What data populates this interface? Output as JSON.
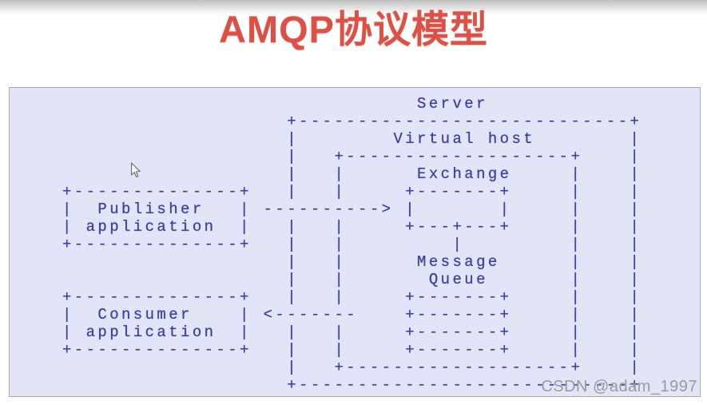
{
  "page": {
    "title": "AMQP协议模型",
    "watermark": "CSDN @adam_1997"
  },
  "colors": {
    "title_red": "#e04f44",
    "diagram_text": "#3e3f9b",
    "diagram_bg": "#e2e4f7",
    "diagram_border": "#a6a8b6",
    "watermark_gray": "#9a9aa2"
  },
  "diagram": {
    "nodes": [
      "Server",
      "Virtual host",
      "Exchange",
      "Message Queue",
      "Publisher application",
      "Consumer application"
    ],
    "ascii": "                              Server\n                   +----------------------------+\n                   |        Virtual host        |\n                   |   +-------------------+    |\n                   |   |      Exchange     |    |\n+--------------+   |   |     +-------+     |    |\n|  Publisher   | ----------> |       |     |    |\n| application  |   |   |     +---+---+     |    |\n+--------------+   |   |         |         |    |\n                   |   |      Message      |    |\n                   |   |       Queue       |    |\n+--------------+   |   |     +-------+     |    |\n|  Consumer    | <-------    +-------+     |    |\n| application  |   |   |     +-------+     |    |\n+--------------+   |   |     +-------+     |    |\n                   |   +-------------------+    |\n                   +----------------------------+"
  }
}
